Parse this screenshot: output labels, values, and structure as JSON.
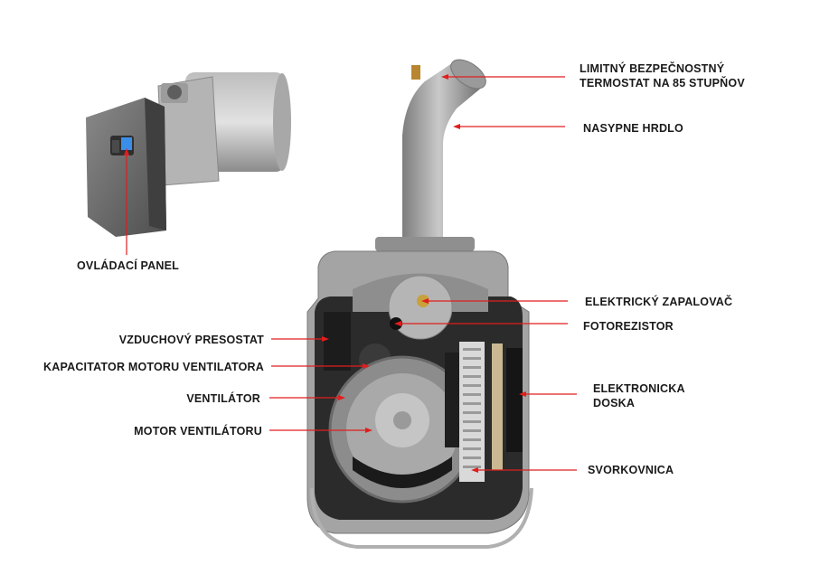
{
  "colors": {
    "callout": "#e11d1d",
    "metal": "#9a9a9a",
    "text": "#1a1a1a"
  },
  "labels": {
    "limit_thermostat": [
      "LIMITNÝ BEZPEČNOSTNÝ",
      "TERMOSTAT NA 85 STUPŇOV"
    ],
    "feed_neck": "NASYPNE HRDLO",
    "control_panel": "OVLÁDACÍ PANEL",
    "igniter": "ELEKTRICKÝ ZAPALOVAČ",
    "photoresistor": "FOTOREZISTOR",
    "air_pressostat": "VZDUCHOVÝ PRESOSTAT",
    "fan_capacitor": "KAPACITATOR MOTORU VENTILATORA",
    "fan": "VENTILÁTOR",
    "fan_motor": "MOTOR VENTILÁTORU",
    "electronic_board": [
      "ELEKTRONICKA",
      "DOSKA"
    ],
    "terminal_block": "SVORKOVNICA"
  },
  "icons": [
    "burner-small-view",
    "burner-cutaway-view"
  ]
}
